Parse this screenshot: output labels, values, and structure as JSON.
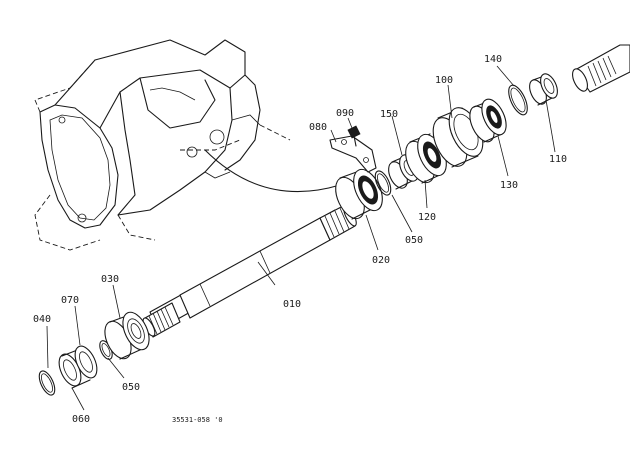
{
  "diagram": {
    "part_labels": {
      "p010": "010",
      "p020": "020",
      "p030": "030",
      "p040": "040",
      "p050a": "050",
      "p050b": "050",
      "p060": "060",
      "p070": "070",
      "p080": "080",
      "p090": "090",
      "p100": "100",
      "p110": "110",
      "p120": "120",
      "p130": "130",
      "p140": "140",
      "p150": "150"
    },
    "drawing_code": "35531-058 '0"
  }
}
